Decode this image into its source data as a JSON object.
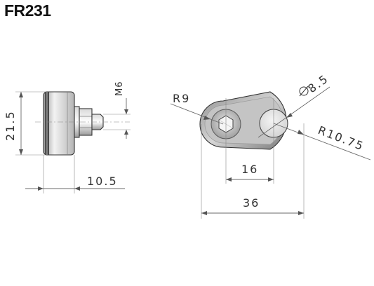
{
  "title": "FR231",
  "side_view": {
    "height_label": "21.5",
    "length_label": "10.5",
    "thread_label": "M6"
  },
  "front_view": {
    "radius_small_label": "R9",
    "radius_large_label": "R10.75",
    "hole_diameter_label": "8.5",
    "hole_spacing_label": "16",
    "overall_length_label": "36"
  }
}
